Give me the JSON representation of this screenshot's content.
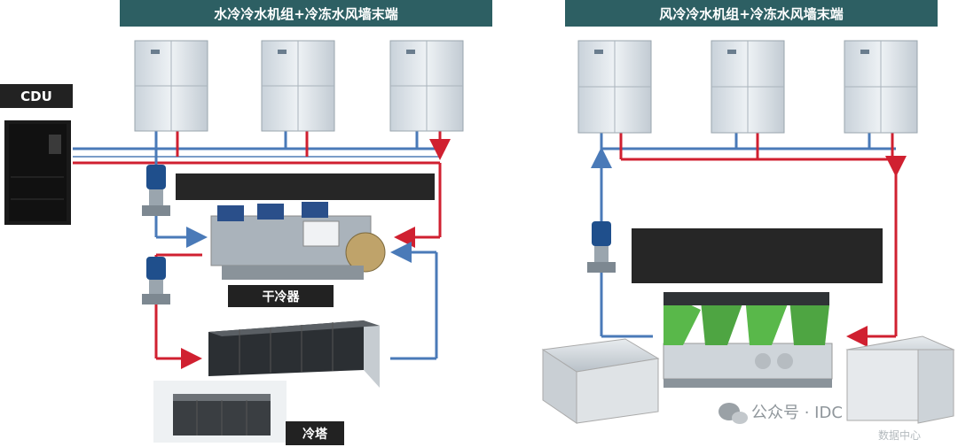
{
  "headers": {
    "left": "水冷冷水机组+冷冻水风墙末端",
    "right": "风冷冷水机组+冷冻水风墙末端"
  },
  "labels": {
    "cdu": "CDU",
    "dry_cooler": "干冷器",
    "cooling_tower": "冷塔"
  },
  "watermark": {
    "text": "公众号 · IDC",
    "sub": "数据中心"
  },
  "colors": {
    "header_bg": "#2d5f63",
    "supply_pipe": "#d02030",
    "return_pipe": "#4a7ab8",
    "label_bg": "#222222",
    "unit_body": "#dfe5ea",
    "pump_blue": "#1f4f8c",
    "fan_green": "#59b84a"
  }
}
